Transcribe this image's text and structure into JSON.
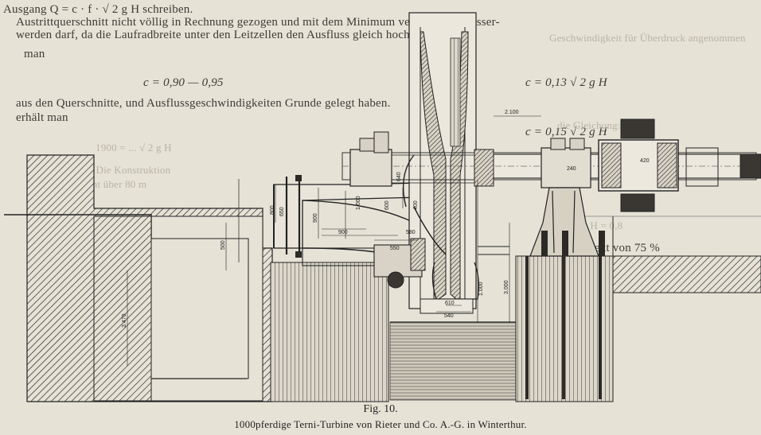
{
  "background_text": {
    "right_column": [
      "Austrittquerschnitt nicht völlig in Rechnung gezogen und mit dem Minimum verminderte Wasser-",
      "werden darf, da die Laufradbreite unter den Leitzellen den Ausfluss gleich hoch.",
      "man",
      "c = 0,90 — 0,95",
      "aus den Querschnitte, und Ausflussgeschwindigkeiten Grunde gelegt haben.",
      "erhält man",
      "c = 0,13 √ 2 g H",
      "c = 0,15 √ 2 g H"
    ],
    "left_fragments": [
      "Ausgang Q = c · f · √ 2 g H schreiben.",
      "Nutzeffekt von 75 %"
    ],
    "faint_right": [
      "Geschwindigkeit für Überdruck angenommen",
      "die Gleichung:",
      "1900 = ... √ 2 g H",
      "Ausgaben. Die Konstruktion",
      "jedoch nicht über 80 m",
      "= 0,92, H = 0,8"
    ]
  },
  "drawing": {
    "dimensions": [
      "2.100",
      "900",
      "580",
      "550",
      "400",
      "610",
      "900",
      "540",
      "1.000",
      "500",
      "3.470",
      "3.000",
      "1.000",
      "800",
      "650",
      "640",
      "600",
      "420",
      "240"
    ]
  },
  "caption": {
    "figure": "Fig. 10.",
    "title": "1000pferdige Terni-Turbine von Rieter und Co. A.-G. in Winterthur."
  }
}
